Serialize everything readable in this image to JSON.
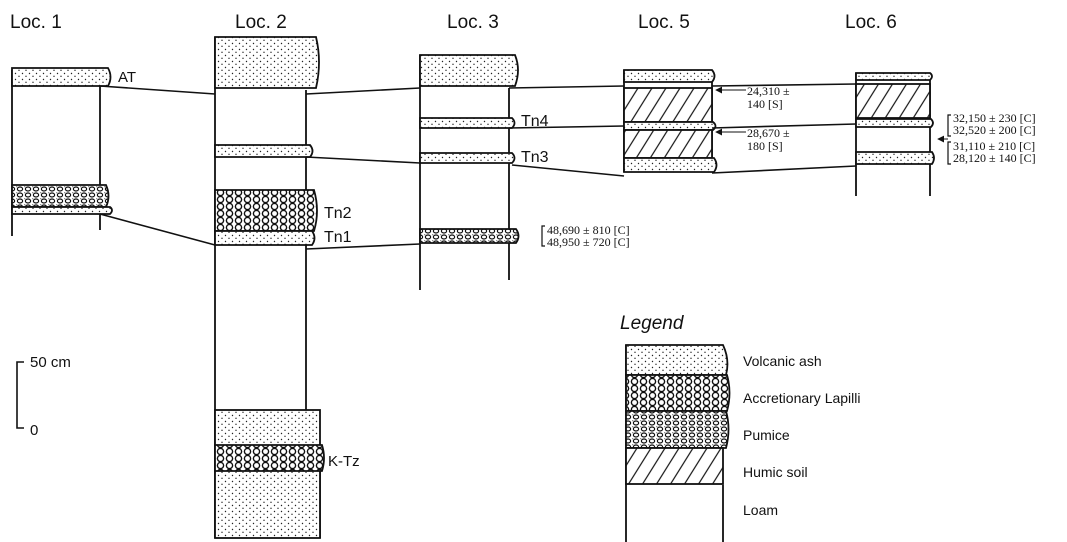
{
  "localities": [
    {
      "label": "Loc. 1"
    },
    {
      "label": "Loc. 2"
    },
    {
      "label": "Loc. 3"
    },
    {
      "label": "Loc. 5"
    },
    {
      "label": "Loc. 6"
    }
  ],
  "tephra_labels": {
    "at": "AT",
    "tn1": "Tn1",
    "tn2": "Tn2",
    "tn3": "Tn3",
    "tn4": "Tn4",
    "ktz": "K-Tz"
  },
  "dates": {
    "loc3_a": "48,690 ± 810 [C]",
    "loc3_b": "48,950 ± 720 [C]",
    "loc5_upper_l1": "24,310 ±",
    "loc5_upper_l2": "140 [S]",
    "loc5_lower_l1": "28,670 ±",
    "loc5_lower_l2": "180 [S]",
    "loc6_a": "32,150 ± 230 [C]",
    "loc6_b": "32,520 ± 200 [C]",
    "loc6_c": "31,110 ± 210 [C]",
    "loc6_d": "28,120 ± 140 [C]"
  },
  "scale": {
    "top_label": "50 cm",
    "bottom_label": "0"
  },
  "legend": {
    "title": "Legend",
    "items": [
      {
        "label": "Volcanic ash",
        "pattern": "ash"
      },
      {
        "label": "Accretionary Lapilli",
        "pattern": "lapilli"
      },
      {
        "label": "Pumice",
        "pattern": "pumice"
      },
      {
        "label": "Humic soil",
        "pattern": "humic"
      },
      {
        "label": "Loam",
        "pattern": "loam"
      }
    ]
  },
  "colors": {
    "ink": "#111111",
    "paper": "#ffffff"
  }
}
